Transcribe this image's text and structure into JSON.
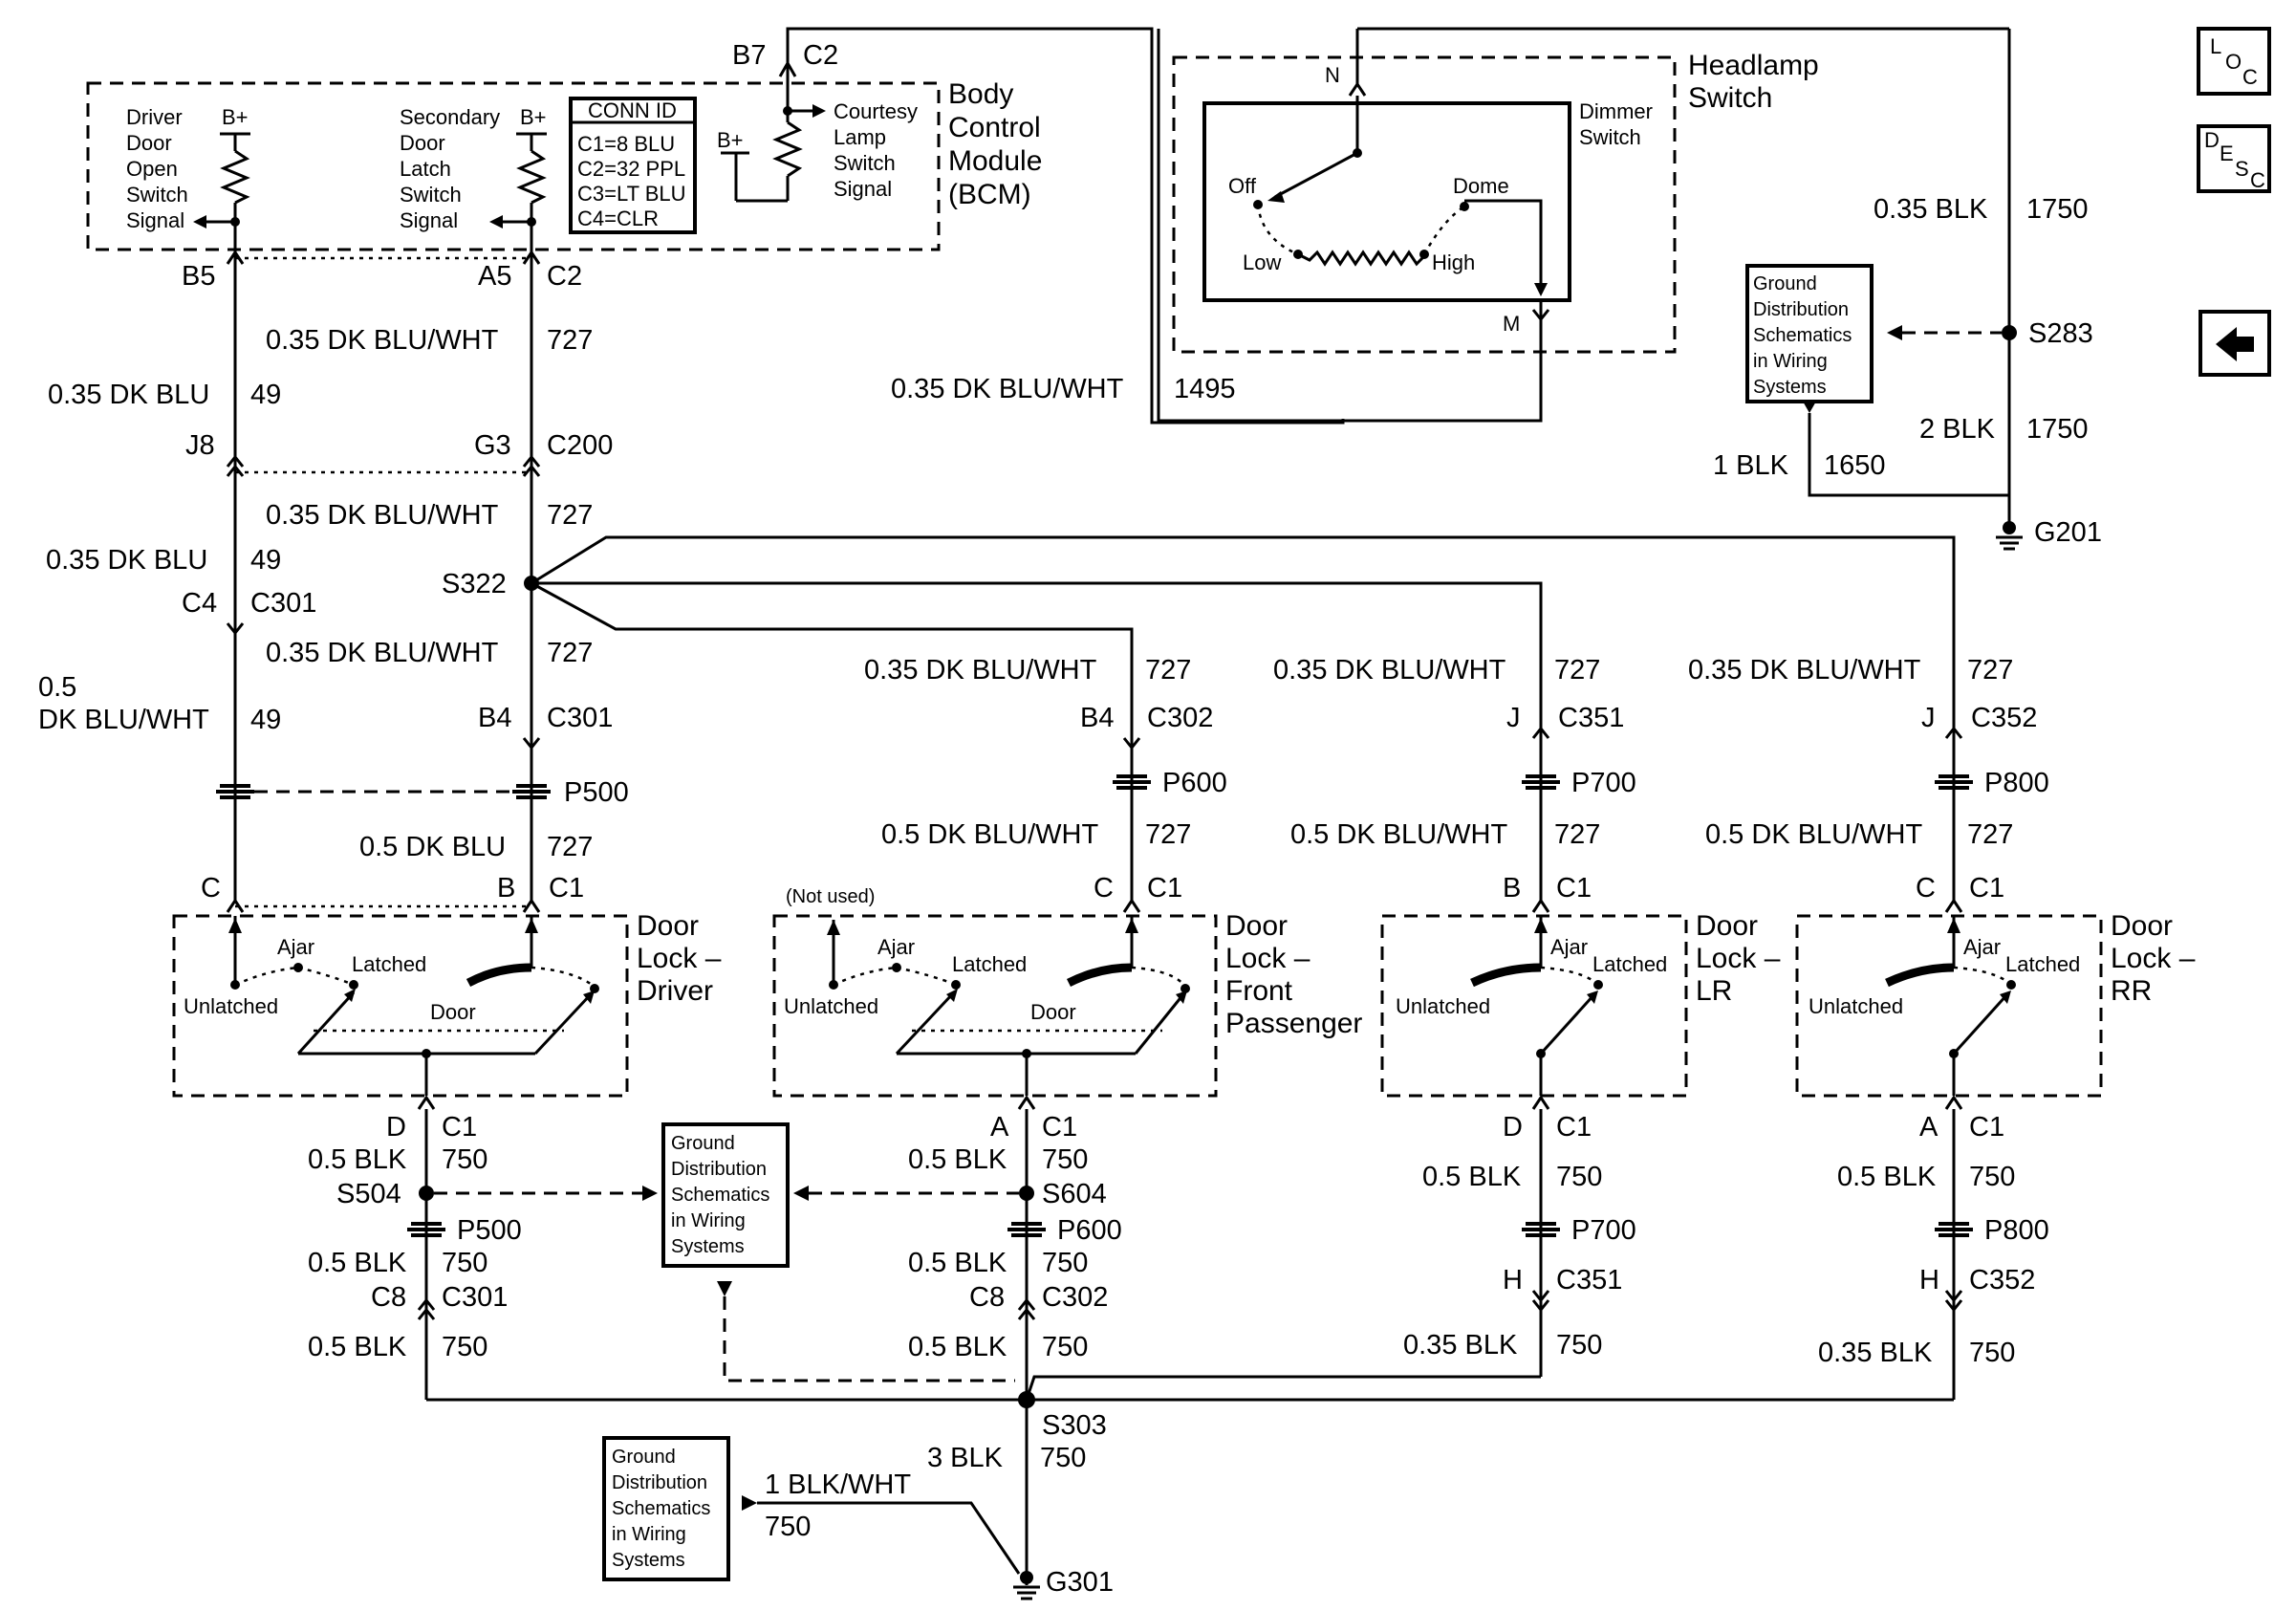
{
  "bcm": {
    "title": [
      "Body",
      "Control",
      "Module",
      "(BCM)"
    ],
    "driver_sig": [
      "Driver",
      "Door",
      "Open",
      "Switch",
      "Signal"
    ],
    "secondary_sig": [
      "Secondary",
      "Door",
      "Latch",
      "Switch",
      "Signal"
    ],
    "courtesy_sig": [
      "Courtesy",
      "Lamp",
      "Switch",
      "Signal"
    ],
    "bplus": "B+",
    "conn_title": "CONN ID",
    "conn": [
      "C1=8 BLU",
      "C2=32 PPL",
      "C3=LT BLU",
      "C4=CLR"
    ]
  },
  "headlamp": {
    "title": [
      "Headlamp",
      "Switch"
    ],
    "dimmer": [
      "Dimmer",
      "Switch"
    ],
    "off": "Off",
    "low": "Low",
    "high": "High",
    "dome": "Dome",
    "pin_n": "N",
    "pin_m": "M"
  },
  "gnd_ref": [
    "Ground",
    "Distribution",
    "Schematics",
    "in Wiring",
    "Systems"
  ],
  "nav": {
    "loc": [
      "L",
      "O",
      "C"
    ],
    "desc": [
      "D",
      "E",
      "S",
      "C"
    ]
  },
  "pins": {
    "b7": "B7",
    "c2_top": "C2",
    "b5": "B5",
    "a5": "A5",
    "c2": "C2",
    "j8": "J8",
    "g3": "G3",
    "c200": "C200",
    "c4": "C4",
    "c301_a": "C301",
    "b4": "B4",
    "c301_b": "C301",
    "b4_fp": "B4",
    "c302": "C302",
    "j_lr": "J",
    "c351": "C351",
    "j_rr": "J",
    "c352": "C352",
    "p500": "P500",
    "p600": "P600",
    "p700": "P700",
    "p800": "P800",
    "drv_c": "C",
    "drv_b": "B",
    "drv_c1": "C1",
    "fp_c": "C",
    "fp_c1": "C1",
    "lr_b": "B",
    "lr_c1": "C1",
    "rr_c": "C",
    "rr_c1": "C1",
    "drv_d": "D",
    "drv_d_c1": "C1",
    "fp_a": "A",
    "fp_a_c1": "C1",
    "lr_d": "D",
    "lr_d_c1": "C1",
    "rr_a": "A",
    "rr_a_c1": "C1",
    "p500_b": "P500",
    "p600_b": "P600",
    "p700_b": "P700",
    "p800_b": "P800",
    "c8_a": "C8",
    "c301_c": "C301",
    "c8_b": "C8",
    "c302_b": "C302",
    "h_lr": "H",
    "c351_b": "C351",
    "h_rr": "H",
    "c352_b": "C352"
  },
  "splices": {
    "s322": "S322",
    "s504": "S504",
    "s604": "S604",
    "s303": "S303",
    "s283": "S283"
  },
  "grounds": {
    "g201": "G201",
    "g301": "G301"
  },
  "wires": {
    "w727_top": "0.35 DK BLU/WHT",
    "c727_top": "727",
    "w49_a": "0.35 DK BLU",
    "c49_a": "49",
    "w727_b": "0.35 DK BLU/WHT",
    "c727_b": "727",
    "w49_b": "0.35 DK BLU",
    "c49_b": "49",
    "w727_c": "0.35 DK BLU/WHT",
    "c727_c": "727",
    "w49_c1": "0.5",
    "w49_c2": "DK BLU/WHT",
    "c49_c": "49",
    "w727_drv": "0.5 DK BLU",
    "c727_drv": "727",
    "w1495": "0.35 DK BLU/WHT",
    "c1495": "1495",
    "w1750_a": "0.35 BLK",
    "c1750_a": "1750",
    "w1750_b": "2 BLK",
    "c1750_b": "1750",
    "w1650": "1 BLK",
    "c1650": "1650",
    "w727_fp": "0.35 DK BLU/WHT",
    "c727_fp": "727",
    "w727_lr": "0.35 DK BLU/WHT",
    "c727_lr": "727",
    "w727_rr": "0.35 DK BLU/WHT",
    "c727_rr": "727",
    "w727_fp2": "0.5 DK BLU/WHT",
    "c727_fp2": "727",
    "w727_lr2": "0.5 DK BLU/WHT",
    "c727_lr2": "727",
    "w727_rr2": "0.5 DK BLU/WHT",
    "c727_rr2": "727",
    "w750_d1": "0.5 BLK",
    "c750_d1": "750",
    "w750_d2": "0.5 BLK",
    "c750_d2": "750",
    "w750_d3": "0.5 BLK",
    "c750_d3": "750",
    "w750_f1": "0.5 BLK",
    "c750_f1": "750",
    "w750_f2": "0.5 BLK",
    "c750_f2": "750",
    "w750_f3": "0.5 BLK",
    "c750_f3": "750",
    "w750_l1": "0.5 BLK",
    "c750_l1": "750",
    "w750_l2": "0.35 BLK",
    "c750_l2": "750",
    "w750_r1": "0.5 BLK",
    "c750_r1": "750",
    "w750_r2": "0.35 BLK",
    "c750_r2": "750",
    "w750_main": "3 BLK",
    "c750_main": "750",
    "w750_bw": "1 BLK/WHT",
    "c750_bw": "750"
  },
  "locks": {
    "driver": {
      "title": [
        "Door",
        "Lock –",
        "Driver"
      ]
    },
    "front": {
      "title": [
        "Door",
        "Lock –",
        "Front",
        "Passenger"
      ],
      "not_used": "(Not used)"
    },
    "lr": {
      "title": [
        "Door",
        "Lock –",
        "LR"
      ]
    },
    "rr": {
      "title": [
        "Door",
        "Lock –",
        "RR"
      ]
    },
    "ajar": "Ajar",
    "latched": "Latched",
    "unlatched": "Unlatched",
    "door": "Door"
  }
}
